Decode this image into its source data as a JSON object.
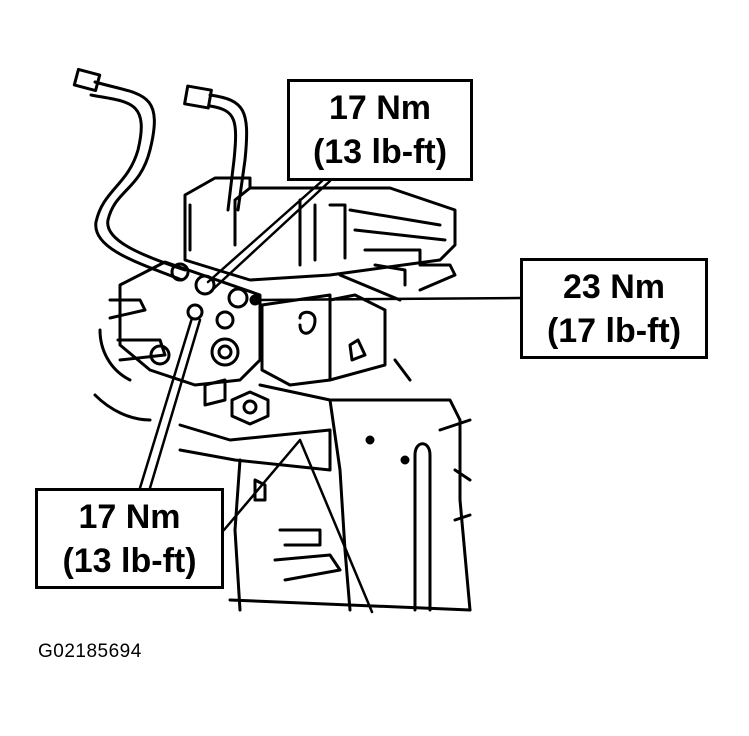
{
  "figure": {
    "figure_id": "G02185694",
    "callouts": {
      "top": {
        "line1": "17 Nm",
        "line2": "(13 lb-ft)"
      },
      "right": {
        "line1": "23 Nm",
        "line2": "(17 lb-ft)"
      },
      "bottom": {
        "line1": "17 Nm",
        "line2": "(13 lb-ft)"
      }
    },
    "colors": {
      "ink": "#000000",
      "paper": "#ffffff"
    }
  }
}
